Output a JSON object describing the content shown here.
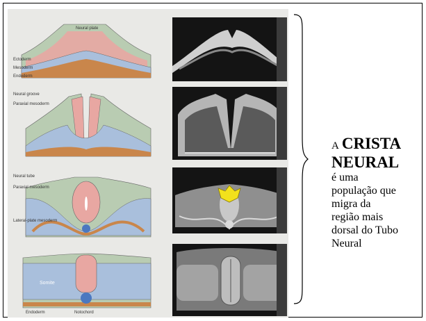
{
  "slide": {
    "caption": {
      "prefix": "A",
      "title_line1": "CRISTA",
      "title_line2": "NEURAL",
      "body": [
        "é uma",
        "população que",
        "migra da",
        "região mais",
        "dorsal do Tubo",
        "Neural"
      ]
    },
    "stages": [
      {
        "labels": {
          "neural_plate": "Neural plate",
          "ectoderm": "Ectoderm",
          "mesoderm": "Mesoderm",
          "endoderm": "Endoderm"
        }
      },
      {
        "labels": {
          "neural_groove": "Neural groove",
          "paraxial_mesoderm": "Paraxial mesoderm"
        }
      },
      {
        "labels": {
          "neural_tube": "Neural tube",
          "paraxial_mesoderm": "Paraxial mesoderm",
          "lateral_plate_mesoderm": "Lateral-plate mesoderm"
        }
      },
      {
        "labels": {
          "somite": "Somite",
          "endoderm": "Endoderm",
          "notochord": "Notochord"
        }
      }
    ],
    "colors": {
      "ectoderm": "#b9ccb2",
      "neural": "#e8a7a2",
      "mesoderm": "#a9bfdc",
      "endoderm": "#c9864b",
      "sem_background": "#141414",
      "neural_crest_highlight": "#f2e11c"
    }
  }
}
